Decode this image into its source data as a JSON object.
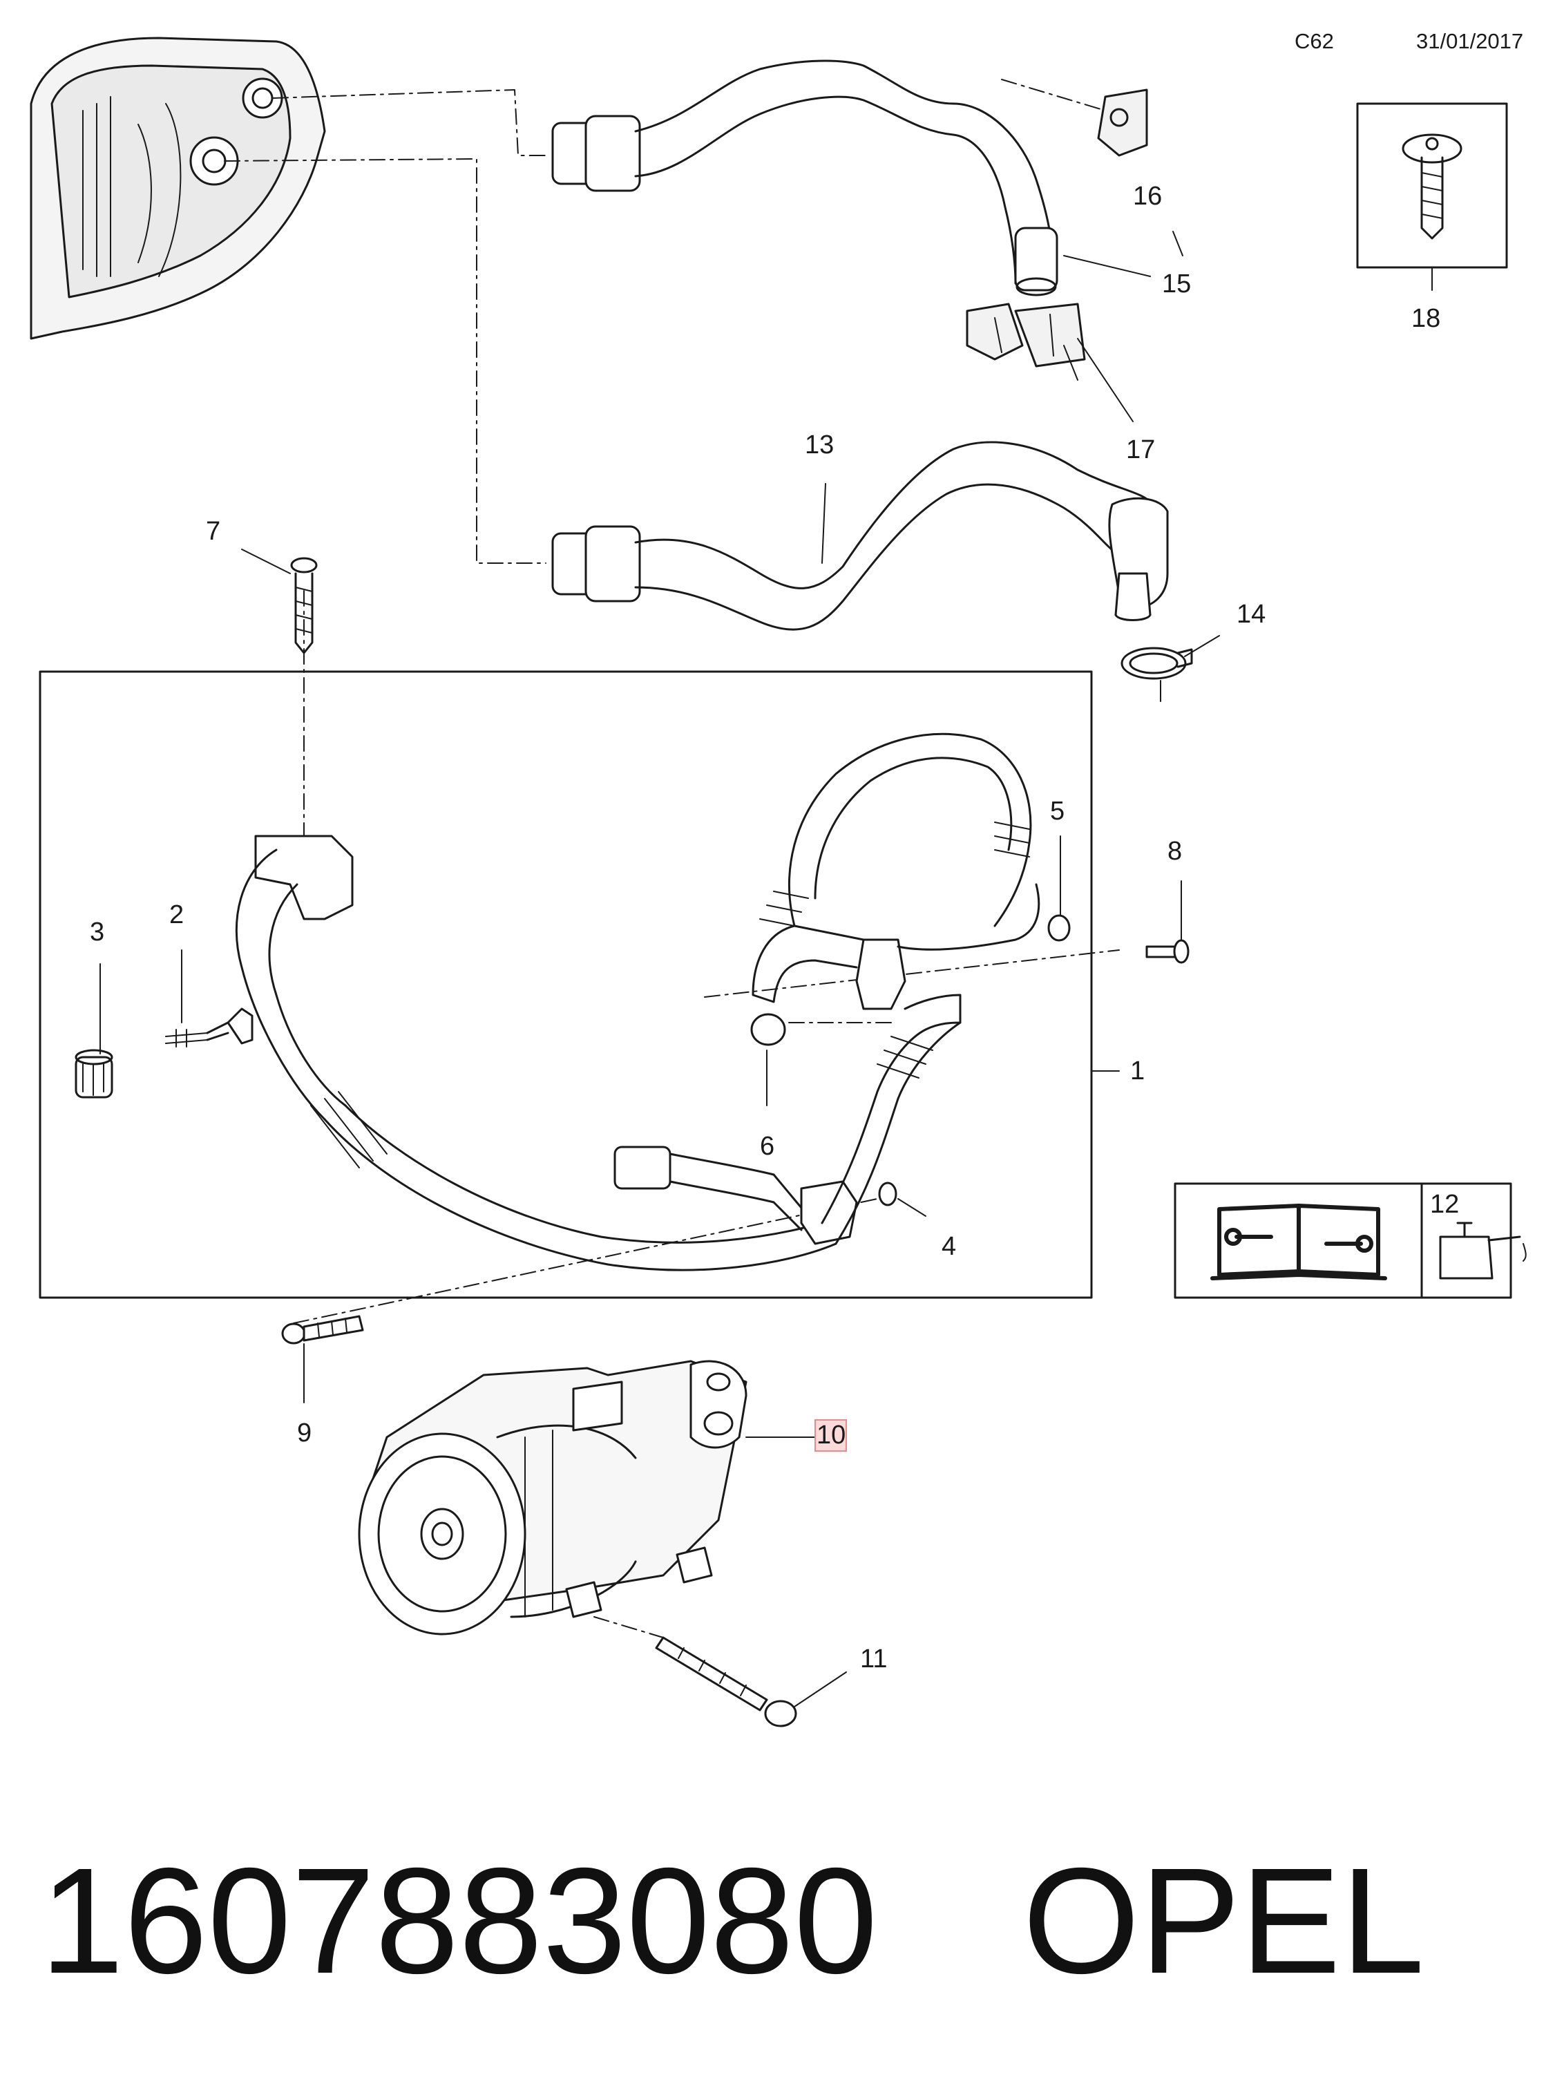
{
  "header": {
    "page_code": "C62",
    "date": "31/01/2017"
  },
  "callouts": [
    "1",
    "2",
    "3",
    "4",
    "5",
    "6",
    "7",
    "8",
    "9",
    "10",
    "11",
    "12",
    "13",
    "14",
    "15",
    "16",
    "17",
    "18"
  ],
  "highlighted_callout": "10",
  "icons": {
    "manual": "service-manual-icon",
    "oil": "oil-can-icon",
    "screw": "screw-icon",
    "compressor": "ac-compressor-icon"
  },
  "colors": {
    "line": "#1a1a1a",
    "highlight_fill": "#fbdada",
    "highlight_border": "#e88b8b"
  },
  "footer": {
    "part_number": "1607883080",
    "brand": "OPEL"
  }
}
